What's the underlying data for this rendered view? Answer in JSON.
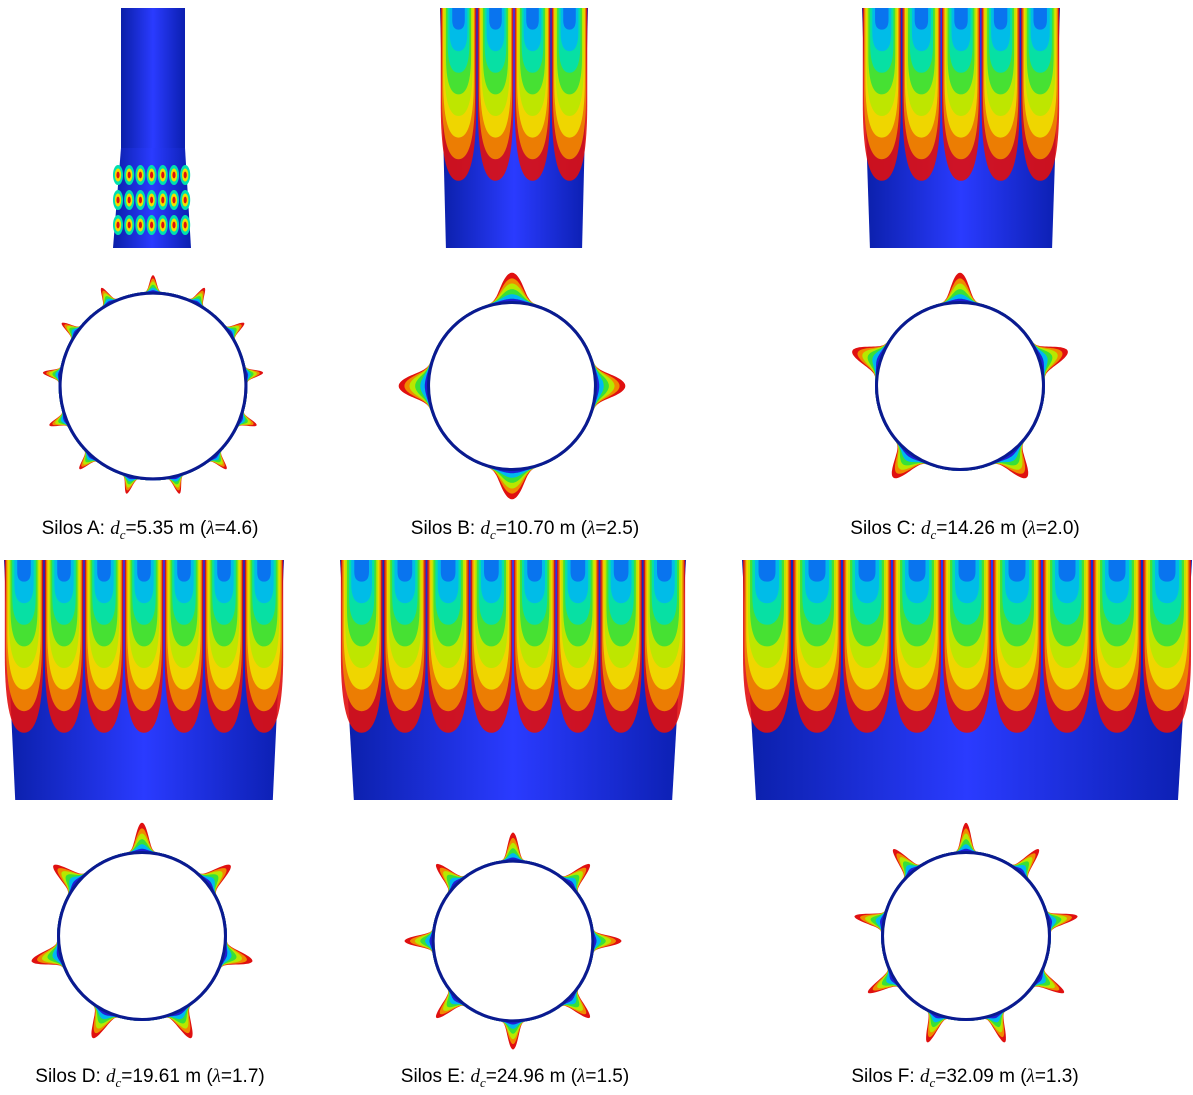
{
  "captions": [
    {
      "prefix": "Silos A: ",
      "d": "d",
      "sub": "c",
      "value": "=5.35 m (",
      "lam": "λ",
      "lamval": "=4.6)"
    },
    {
      "prefix": "Silos B: ",
      "d": "d",
      "sub": "c",
      "value": "=10.70 m (",
      "lam": "λ",
      "lamval": "=2.5)"
    },
    {
      "prefix": "Silos C: ",
      "d": "d",
      "sub": "c",
      "value": "=14.26 m (",
      "lam": "λ",
      "lamval": "=2.0)"
    },
    {
      "prefix": "Silos D: ",
      "d": "d",
      "sub": "c",
      "value": "=19.61 m (",
      "lam": "λ",
      "lamval": "=1.7)"
    },
    {
      "prefix": "Silos E: ",
      "d": "d",
      "sub": "c",
      "value": "=24.96 m (",
      "lam": "λ",
      "lamval": "=1.5)"
    },
    {
      "prefix": "Silos F: ",
      "d": "d",
      "sub": "c",
      "value": "=32.09 m (",
      "lam": "λ",
      "lamval": "=1.3)"
    }
  ],
  "silos": [
    {
      "id": "A",
      "lobes": 13,
      "side_waves": 7,
      "type": "local"
    },
    {
      "id": "B",
      "lobes": 4,
      "side_waves": 4,
      "type": "global"
    },
    {
      "id": "C",
      "lobes": 5,
      "side_waves": 5,
      "type": "global"
    },
    {
      "id": "D",
      "lobes": 7,
      "side_waves": 7,
      "type": "global"
    },
    {
      "id": "E",
      "lobes": 8,
      "side_waves": 8,
      "type": "global"
    },
    {
      "id": "F",
      "lobes": 9,
      "side_waves": 9,
      "type": "global"
    }
  ],
  "colormap": [
    "#1f1fd6",
    "#0a6cf0",
    "#00b8f0",
    "#00e0b0",
    "#38e038",
    "#b8e800",
    "#f0e000",
    "#f08a00",
    "#e01010"
  ]
}
